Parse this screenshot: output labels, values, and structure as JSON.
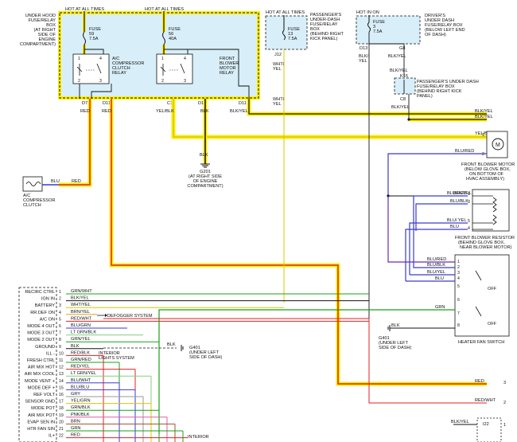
{
  "colors": {
    "highlight": "#ffee00",
    "wire_red": "#e02020",
    "wire_black": "#111111",
    "wire_yellow": "#d8c800",
    "wire_blue": "#3a3ad0",
    "wire_violet": "#6a2ab8",
    "wire_green": "#18a018",
    "wire_orange": "#e8a020",
    "wire_lgreen": "#7fd07f",
    "box_fill": "#d8eef8"
  },
  "hood_box": {
    "labels": [
      "UNDER HOOD",
      "FUSE/RELAY",
      "BOX",
      "(AT RIGHT",
      "SIDE OF",
      "ENGINE",
      "COMPARTMENT)"
    ],
    "hot1": "HOT AT ALL TIMES",
    "hot2": "HOT AT ALL TIMES",
    "fuse59": [
      "FUSE",
      "59",
      "7.5A"
    ],
    "fuse56": [
      "FUSE",
      "56",
      "40A"
    ],
    "relay1": [
      "A/C",
      "COMPRESSOR",
      "CLUTCH",
      "RELAY"
    ],
    "relay2": [
      "FRONT",
      "BLOWER",
      "MOTOR",
      "RELAY"
    ],
    "connectors": [
      "D7",
      "D11",
      "C1",
      "D14",
      "D11"
    ]
  },
  "pass_fuse": {
    "hot": "HOT AT ALL TIMES",
    "fuse": [
      "FUSE",
      "13",
      "7.5A"
    ],
    "labels": [
      "PASSENGER'S",
      "UNDER-DASH",
      "FUSE/RELAY",
      "BOX",
      "(BEHIND RIGHT",
      "KICK PANEL)"
    ],
    "conn": "J12"
  },
  "driver_fuse": {
    "hot": "HOT IN ON",
    "fuse": [
      "FUSE",
      "3",
      "7.5A"
    ],
    "labels": [
      "DRIVER'S",
      "UNDER DASH",
      "FUSE/RELAY BOX",
      "(BELOW LEFT END",
      "OF DASH)"
    ],
    "conns": [
      "D13",
      "G8",
      "K15",
      "C8"
    ]
  },
  "pass_box2": [
    "PASSENGER'S UNDER DASH",
    "FUSE/RELAY BOX",
    "(BEHIND RIGHT KICK",
    "PANEL)"
  ],
  "wire_labels": {
    "red_d7": "RED",
    "red_d11": "RED",
    "yel_blk_c1": "YEL/BLK",
    "blk_d14": "BLK",
    "blk_yel_d11": "BLK/YEL",
    "wht_yel_1": "WHT/",
    "wht_yel_2": "YEL",
    "wht_yel_3": "WHT/",
    "wht_yel_4": "YEL",
    "blk_yel_d13": "BLK/",
    "blk_yel_d13b": "YEL",
    "blk_yel_g8": "BLK/YEL",
    "blk_yel_k15": "BLK/YEL",
    "blk_yel_c8": "BLK/YEL",
    "blk_yel_r1": "BLK/YEL",
    "blk_yel_r2": "BLK/YEL",
    "yel_blk_r": "YEL/BLK",
    "blu_red_m": "BLU/RED",
    "blk_yel_m": "BLK/YEL",
    "blu_red_r1": "BLU/RED",
    "blu_blk_r1": "BLU/BLK",
    "blu_yel_r1": "BLU/ YEL",
    "blu_r1": "BLU",
    "blu_red_s": "BLU/RED",
    "blu_blk_s": "BLU/BLK",
    "blu_yel_s": "BLU/YEL",
    "blu_s": "BLU",
    "grn_s": "GRN",
    "blk_s": "BLK",
    "blu_red_clutch": "BLU",
    "red_clutch": "RED",
    "blk_g201": "BLK",
    "red_out": "RED",
    "red_wht_out": "RED/WHT",
    "blk_yel_out": "BLK/YEL"
  },
  "g201": [
    "G201",
    "(AT RIGHT SIDE",
    "OF ENGINE",
    "COMPARTMENT)"
  ],
  "g401": [
    "G401",
    "(UNDER LEFT",
    "SIDE OF DASH)"
  ],
  "g401b": [
    "G401",
    "(UNDER LEFT",
    "SIDE OF DASH)"
  ],
  "blower_motor": [
    "FRONT BLOWER MOTOR",
    "(BELOW GLOVE BOX,",
    "ON BOTTOM OF",
    "HVAC ASSEMBLY)"
  ],
  "blower_resistor": [
    "FRONT BLOWER RESISTOR",
    "(BEHIND GLOVE BOX,",
    "NEAR BLOWER MOTOR)"
  ],
  "fan_switch": "HEATER FAN SWITCH",
  "off_labels": [
    "OFF",
    "OFF"
  ],
  "clutch": [
    "A/C",
    "COMPRESSOR",
    "CLUTCH"
  ],
  "defogger": "DEFOGGER SYSTEM",
  "interior": [
    "INTERIOR",
    "LIGHTS SYSTEM"
  ],
  "interior2": "INTERIOR",
  "right_edge_nums": [
    "3",
    "2",
    "1"
  ],
  "connector_i22": "I22",
  "control_panel": {
    "rows": [
      {
        "label": "RECIRC CTRL",
        "pin": "1",
        "wire": "GRN/WHT"
      },
      {
        "label": "IGN IN",
        "pin": "2",
        "wire": "BLK/YEL"
      },
      {
        "label": "BATTERY",
        "pin": "3",
        "wire": "WHT/YEL"
      },
      {
        "label": "RR DEF ON",
        "pin": "4",
        "wire": "BRN/YEL"
      },
      {
        "label": "A/C ON",
        "pin": "5",
        "wire": "RED/WHT"
      },
      {
        "label": "MODE 4 OUT",
        "pin": "6",
        "wire": "BLU/GRN"
      },
      {
        "label": "MODE 3 OUT",
        "pin": "7",
        "wire": "LT GRN/BLK"
      },
      {
        "label": "MODE 2 OUT",
        "pin": "8",
        "wire": "GRN/YEL"
      },
      {
        "label": "GROUND",
        "pin": "9",
        "wire": "BLK"
      },
      {
        "label": "ILL -",
        "pin": "10",
        "wire": "RED/BLK"
      },
      {
        "label": "FRESH CTRL",
        "pin": "11",
        "wire": "GRN/RED"
      },
      {
        "label": "AIR MIX HOT",
        "pin": "12",
        "wire": "RED/YEL"
      },
      {
        "label": "AIR MIX COOL",
        "pin": "13",
        "wire": "LT GRN/YEL"
      },
      {
        "label": "MODE VENT +",
        "pin": "14",
        "wire": "BLU/WHT"
      },
      {
        "label": "MODE DEF +",
        "pin": "15",
        "wire": "BLU/BLU"
      },
      {
        "label": "REF VOLT",
        "pin": "16",
        "wire": "GRY"
      },
      {
        "label": "SENSOR GND",
        "pin": "17",
        "wire": "YEL/GRN"
      },
      {
        "label": "MODE POT",
        "pin": "18",
        "wire": "GRN/BLK"
      },
      {
        "label": "AIR MIX POT",
        "pin": "19",
        "wire": "PNK/BLK"
      },
      {
        "label": "EVAP SEN IN",
        "pin": "20",
        "wire": "BRN"
      },
      {
        "label": "HTR FAN SIN",
        "pin": "21",
        "wire": "GRN"
      },
      {
        "label": "IL+",
        "pin": "22",
        "wire": "RED"
      }
    ]
  }
}
